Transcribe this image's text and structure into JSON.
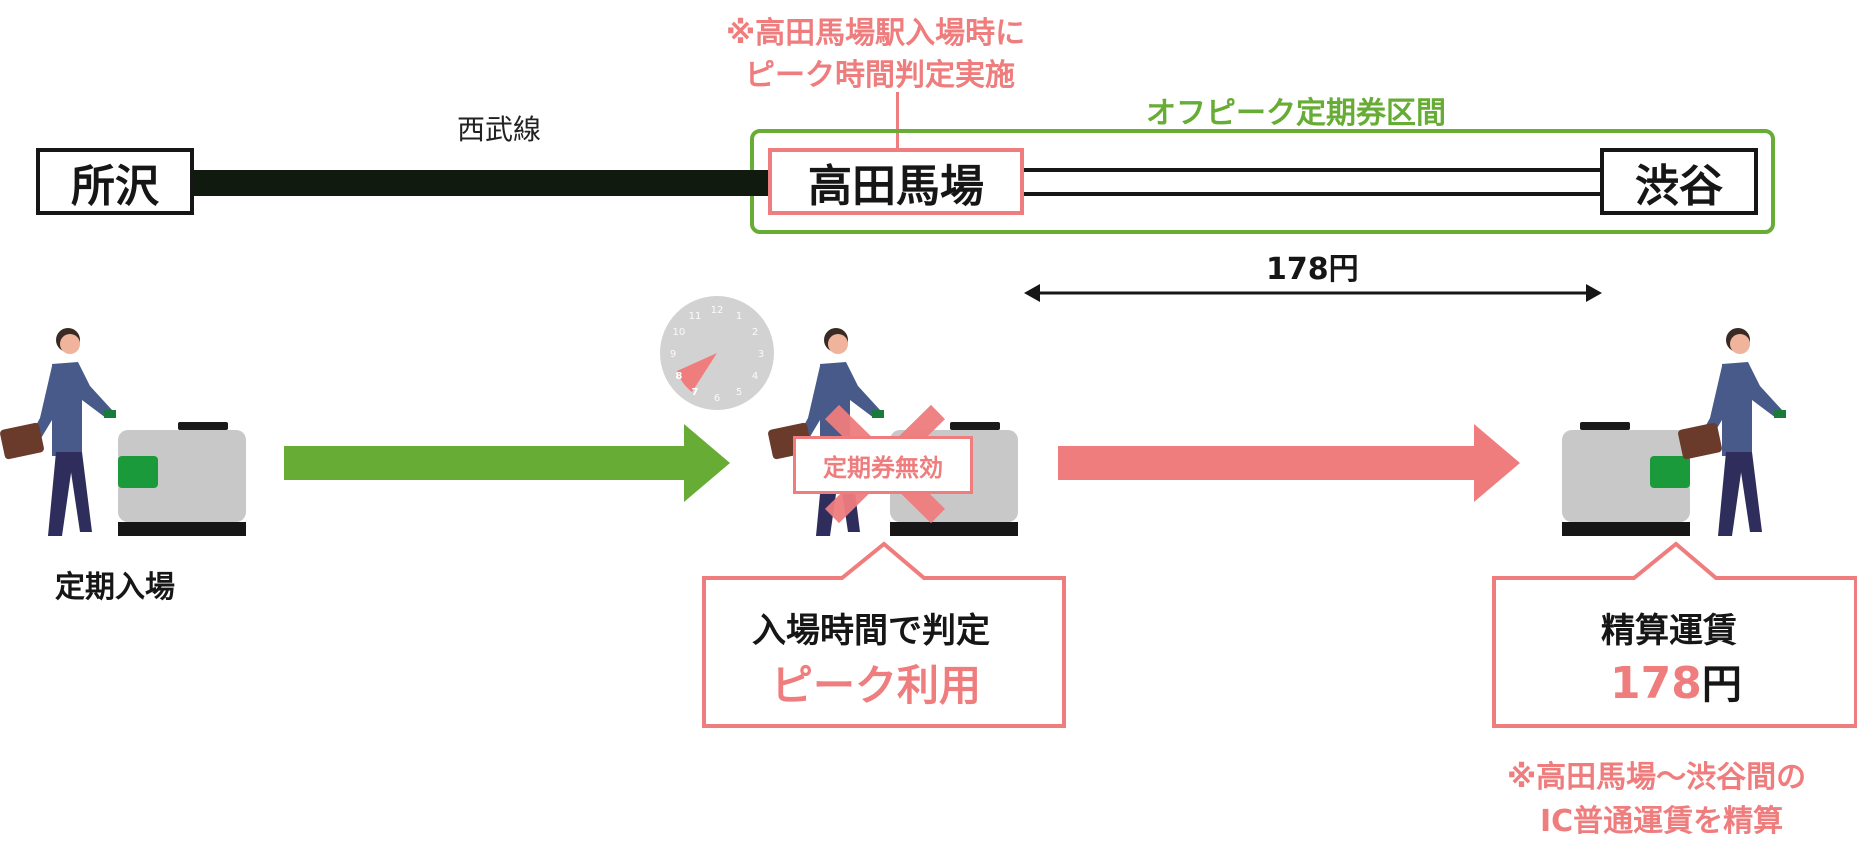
{
  "annotations": {
    "peak_note_line1": "※高田馬場駅入場時に",
    "peak_note_line2": "ピーク時間判定実施",
    "line_name": "西武線",
    "offpeak_section": "オフピーク定期券区間",
    "fare_segment": "178円",
    "bottom_note_line1": "※高田馬場～渋谷間の",
    "bottom_note_line2": "IC普通運賃を精算"
  },
  "stations": {
    "tokorozawa": "所沢",
    "takadanobaba": "高田馬場",
    "shibuya": "渋谷"
  },
  "steps": {
    "entry_label": "定期入場",
    "invalid_badge": "定期券無効",
    "judgement_line1": "入場時間で判定",
    "judgement_line2": "ピーク利用",
    "settlement_title": "精算運賃",
    "settlement_amount": "178",
    "settlement_unit": "円"
  },
  "clock": {
    "numbers": [
      "12",
      "1",
      "2",
      "3",
      "4",
      "5",
      "6",
      "7",
      "8",
      "9",
      "10",
      "11"
    ],
    "highlighted": [
      "7",
      "8"
    ]
  },
  "colors": {
    "accent_red": "#ef7d7e",
    "accent_green": "#67ad35",
    "track_dark": "#101a0f",
    "suit_blue": "#475a8a"
  }
}
